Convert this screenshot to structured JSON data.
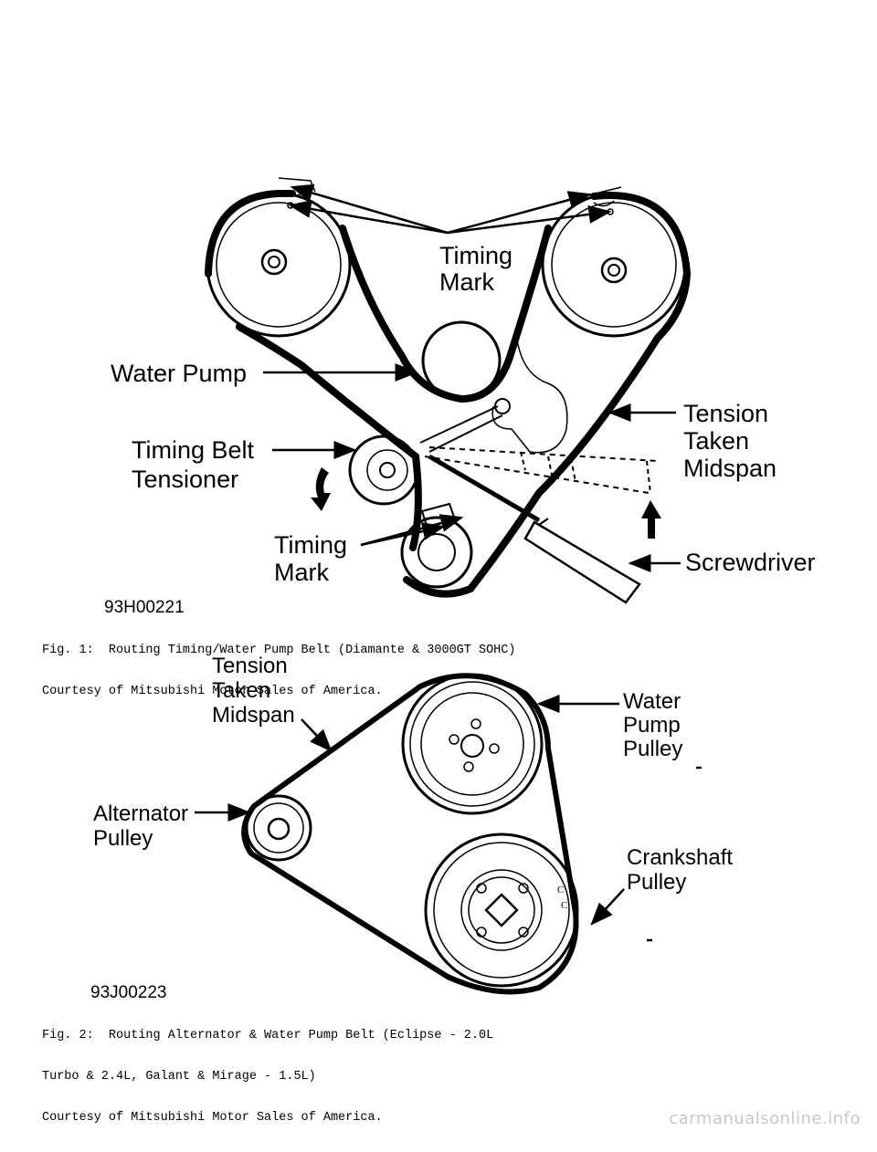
{
  "figure1": {
    "labels": {
      "timing_mark_top": [
        "Timing",
        "Mark"
      ],
      "water_pump": "Water Pump",
      "tension_taken_midspan": [
        "Tension",
        "Taken",
        "Midspan"
      ],
      "timing_belt_tensioner": [
        "Timing Belt",
        "Tensioner"
      ],
      "timing_mark_bottom": [
        "Timing",
        "Mark"
      ],
      "screwdriver": "Screwdriver"
    },
    "code": "93H00221",
    "caption": [
      "Fig. 1:  Routing Timing/Water Pump Belt (Diamante & 3000GT SOHC)",
      "Courtesy of Mitsubishi Motor Sales of America."
    ]
  },
  "figure2": {
    "labels": {
      "tension_taken_midspan": [
        "Tension",
        "Taken",
        "Midspan"
      ],
      "water_pump_pulley": [
        "Water",
        "Pump",
        "Pulley"
      ],
      "alternator_pulley": [
        "Alternator",
        "Pulley"
      ],
      "crankshaft_pulley": [
        "Crankshaft",
        "Pulley"
      ]
    },
    "code": "93J00223",
    "caption": [
      "Fig. 2:  Routing Alternator & Water Pump Belt (Eclipse - 2.0L",
      "Turbo & 2.4L, Galant & Mirage - 1.5L)",
      "Courtesy of Mitsubishi Motor Sales of America."
    ]
  },
  "watermark": "carmanualsonline.info"
}
